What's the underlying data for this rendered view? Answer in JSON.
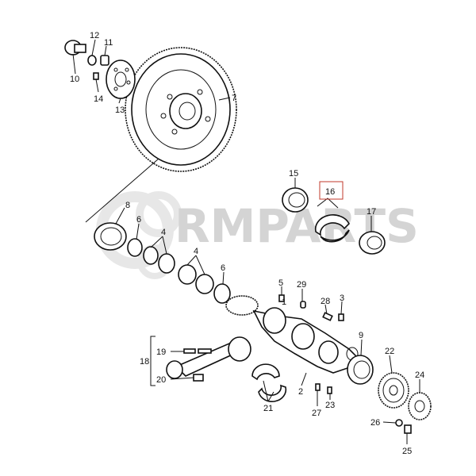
{
  "watermark": {
    "text": "RMPARTS"
  },
  "callouts": [
    {
      "id": "c1",
      "label": "12"
    },
    {
      "id": "c2",
      "label": "11"
    },
    {
      "id": "c3",
      "label": "10"
    },
    {
      "id": "c4",
      "label": "14"
    },
    {
      "id": "c5",
      "label": "13"
    },
    {
      "id": "c6",
      "label": "7"
    },
    {
      "id": "c7",
      "label": "15"
    },
    {
      "id": "c8",
      "label": "16"
    },
    {
      "id": "c9",
      "label": "17"
    },
    {
      "id": "c10",
      "label": "8"
    },
    {
      "id": "c11",
      "label": "6"
    },
    {
      "id": "c12",
      "label": "4"
    },
    {
      "id": "c13",
      "label": "4"
    },
    {
      "id": "c14",
      "label": "6"
    },
    {
      "id": "c15",
      "label": "5"
    },
    {
      "id": "c16",
      "label": "29"
    },
    {
      "id": "c17",
      "label": "28"
    },
    {
      "id": "c18",
      "label": "3"
    },
    {
      "id": "c19",
      "label": "1"
    },
    {
      "id": "c20",
      "label": "9"
    },
    {
      "id": "c21",
      "label": "22"
    },
    {
      "id": "c22",
      "label": "24"
    },
    {
      "id": "c23",
      "label": "18"
    },
    {
      "id": "c24",
      "label": "19"
    },
    {
      "id": "c25",
      "label": "20"
    },
    {
      "id": "c26",
      "label": "2"
    },
    {
      "id": "c27",
      "label": "21"
    },
    {
      "id": "c28",
      "label": "27"
    },
    {
      "id": "c29",
      "label": "23"
    },
    {
      "id": "c30",
      "label": "26"
    },
    {
      "id": "c31",
      "label": "25"
    }
  ],
  "colors": {
    "highlight": "#c0392b",
    "line": "#111111",
    "watermark": "#d4d4d4"
  }
}
